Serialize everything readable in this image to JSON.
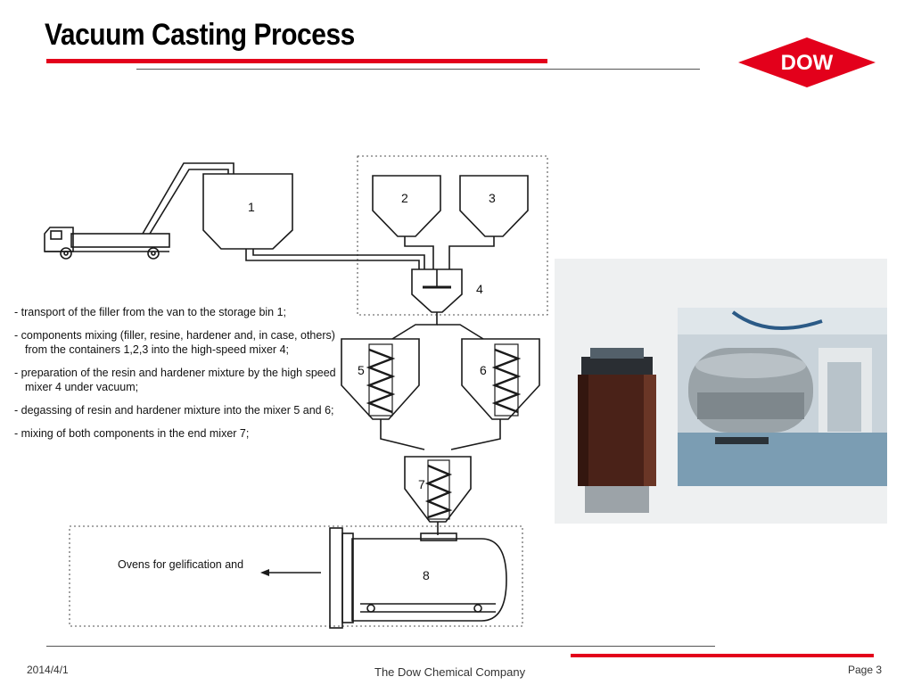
{
  "slide": {
    "title": "Vacuum Casting Process"
  },
  "logo": {
    "text": "DOW",
    "color": "#e3001b"
  },
  "diagram": {
    "labels": [
      "1",
      "2",
      "3",
      "4",
      "5",
      "6",
      "7",
      "8"
    ],
    "steps": [
      "- transport of the filler from the van to the storage bin 1;",
      "- components mixing (filler, resine, hardener and, in case, others)  from the  containers 1,2,3 into the high-speed mixer 4;",
      "- preparation of the resin and hardener mixture by the high speed mixer 4 under vacuum;",
      "- degassing of resin and hardener mixture into the mixer 5 and 6;",
      "- mixing of both components in the end mixer 7;"
    ],
    "oven_note": "Ovens for gelification and"
  },
  "footer": {
    "date": "2014/4/1",
    "company": "The Dow Chemical Company",
    "page": "Page 3"
  },
  "colors": {
    "accent": "#e3001b",
    "rule": "#555555"
  }
}
